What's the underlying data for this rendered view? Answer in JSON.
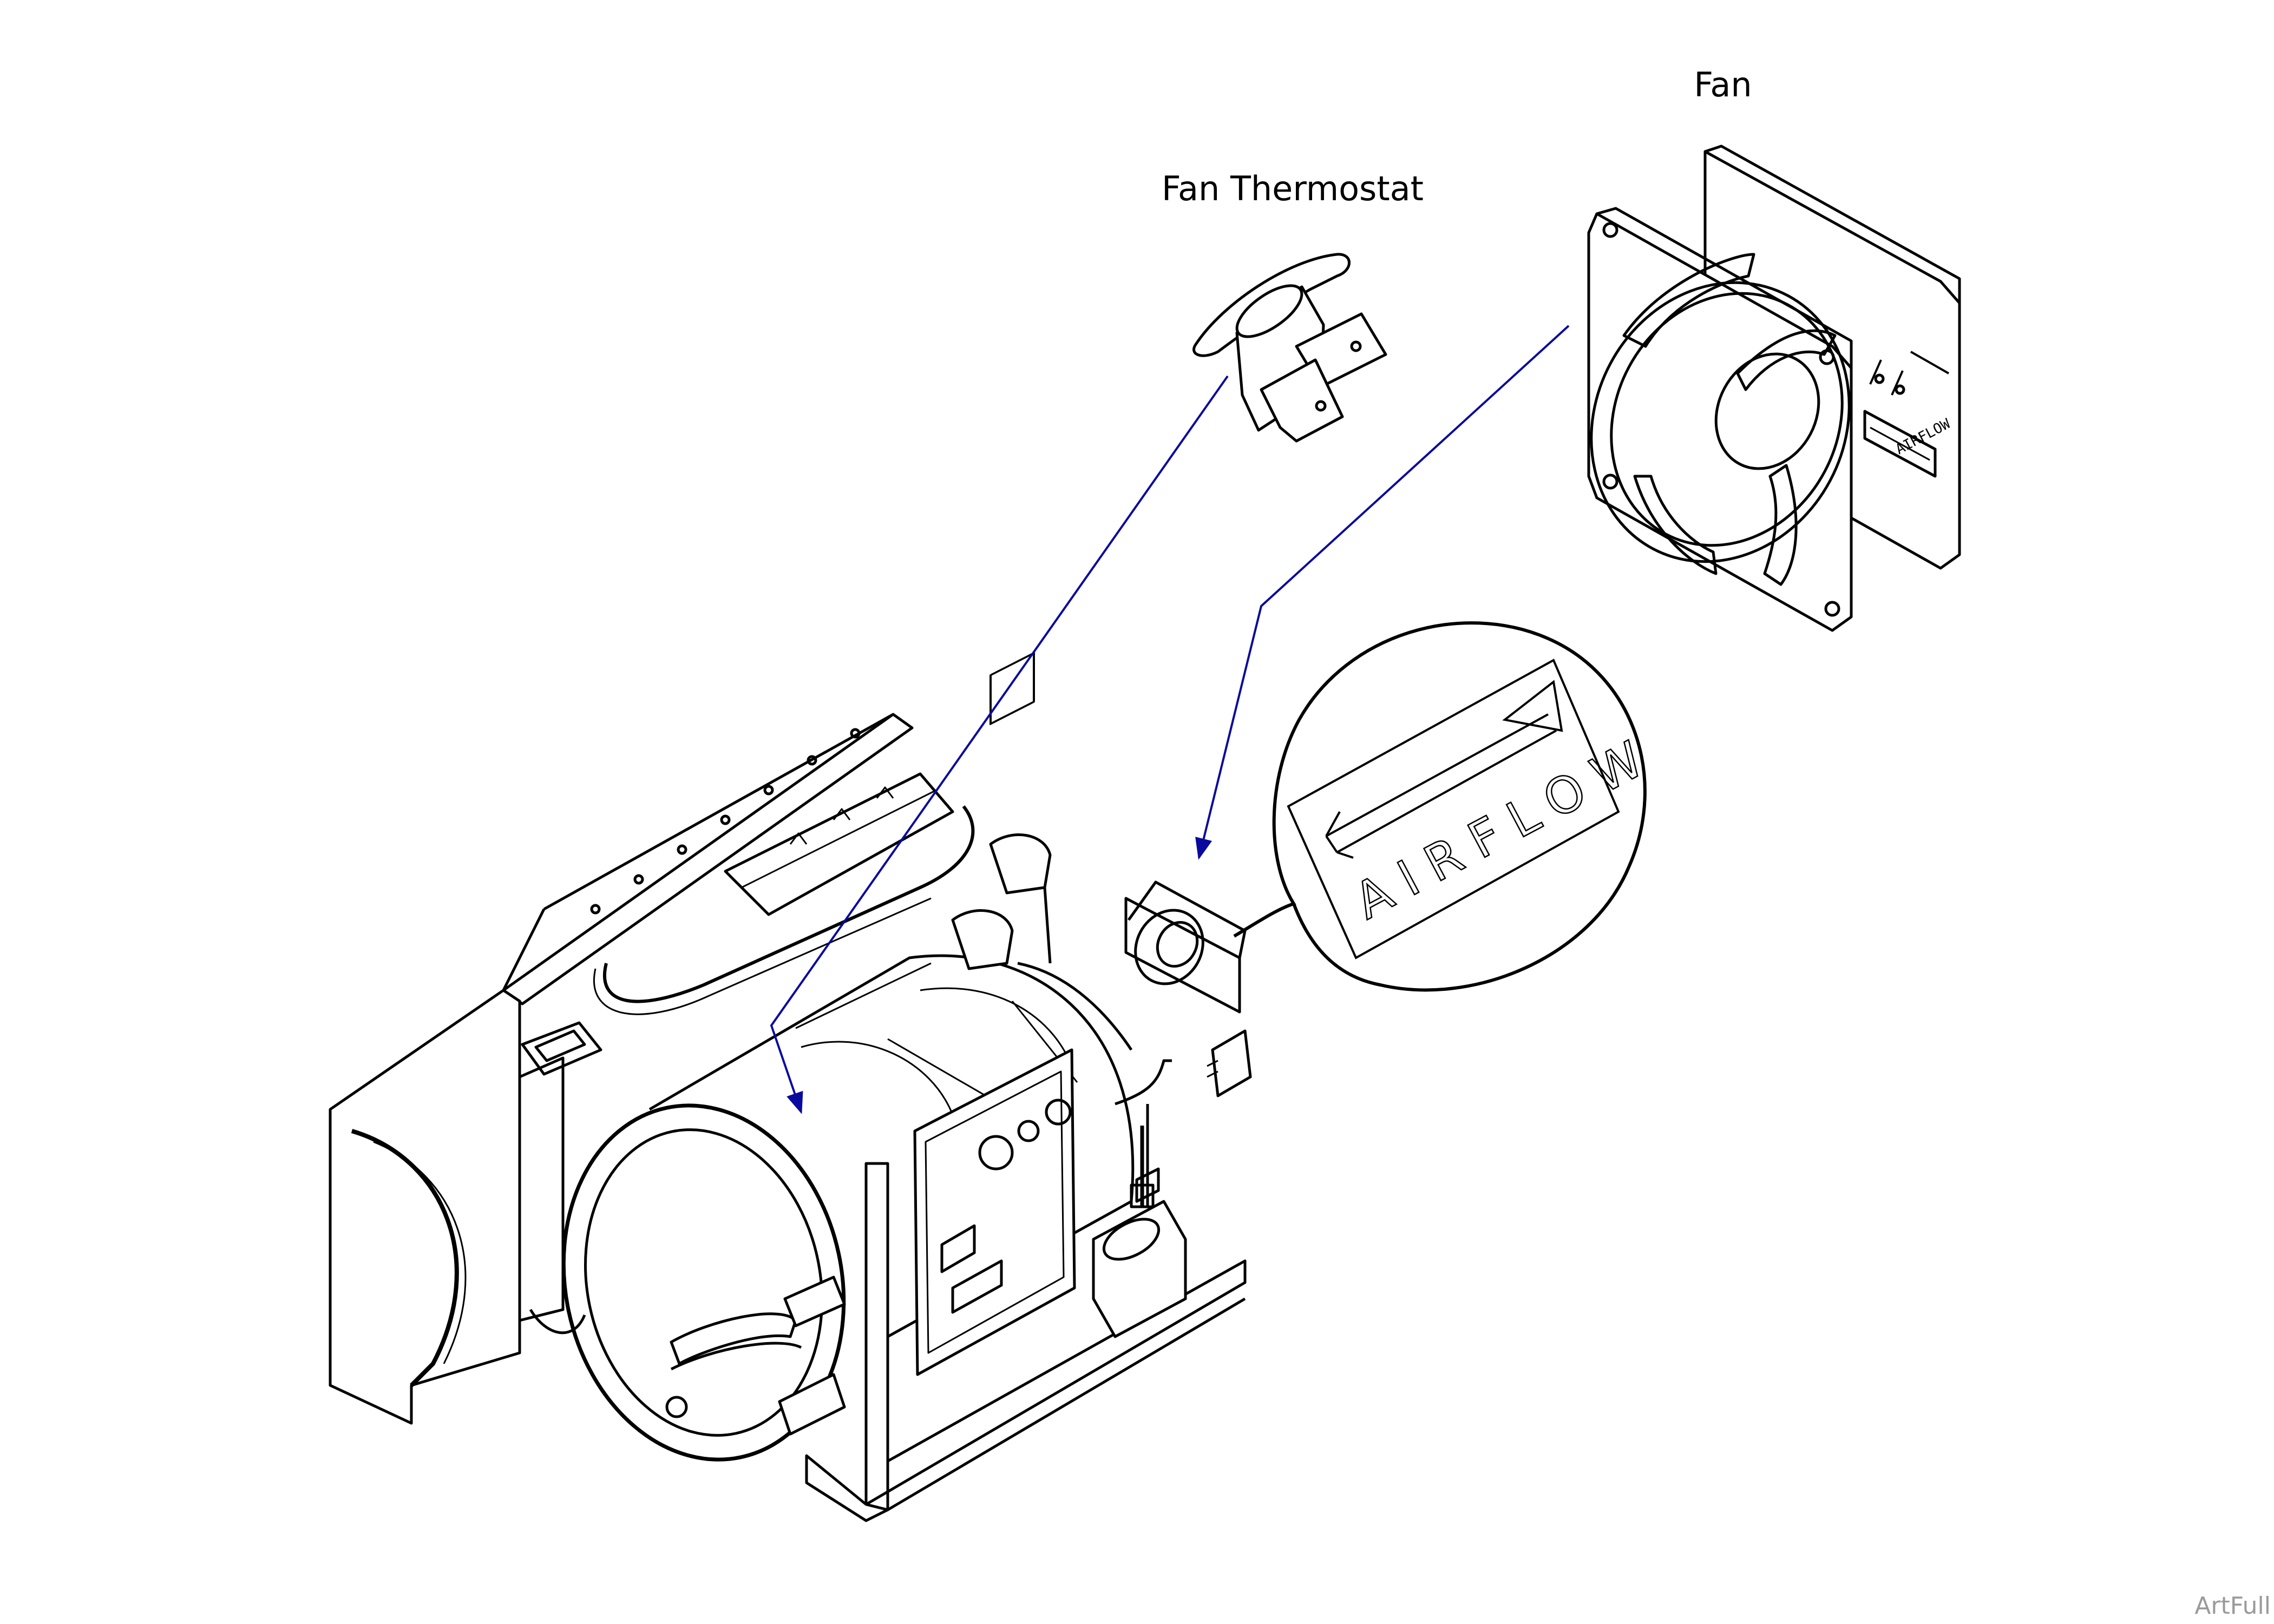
{
  "labels": {
    "fan": "Fan",
    "fan_thermostat": "Fan Thermostat"
  },
  "airflow_text": "AIRFLOW",
  "watermark": "ArtFull",
  "colors": {
    "leader_line": "#0a0a9e",
    "line_art": "#000000",
    "background": "#ffffff"
  }
}
